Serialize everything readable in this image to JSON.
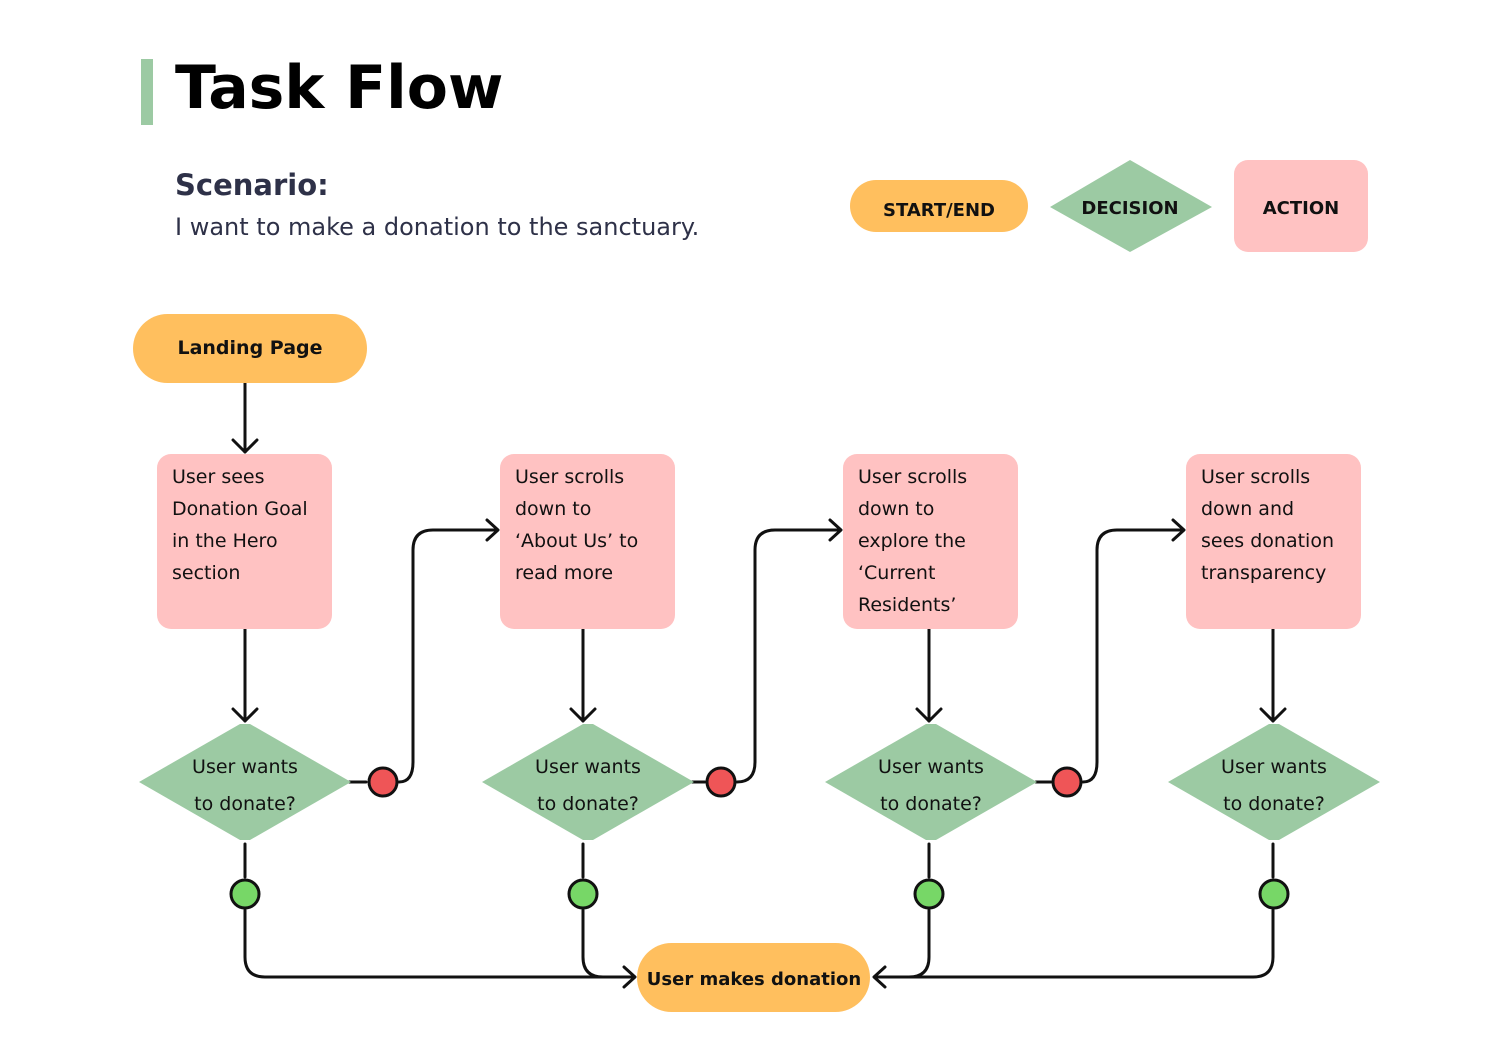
{
  "header": {
    "title": "Task Flow",
    "scenario_label": "Scenario:",
    "scenario_text": "I want to make a donation to the sanctuary."
  },
  "legend": {
    "start_end": "START/END",
    "decision": "DECISION",
    "action": "ACTION"
  },
  "colors": {
    "accent_bar": "#9ccaa3",
    "start_end": "#ffbf5e",
    "decision": "#9ccaa3",
    "action": "#ffc2c2",
    "no_dot": "#ef5557",
    "yes_dot": "#77d767",
    "line": "#111111",
    "title_text": "#000000",
    "scenario_text": "#2e3148"
  },
  "flow": {
    "start": "Landing Page",
    "end": "User makes donation",
    "actions": [
      [
        "User sees",
        "Donation Goal",
        "in the Hero",
        "section"
      ],
      [
        "User scrolls",
        "down to",
        "‘About Us’ to",
        "read more"
      ],
      [
        "User scrolls",
        "down to",
        "explore the",
        "‘Current",
        "Residents’"
      ],
      [
        "User scrolls",
        "down and",
        "sees donation",
        "transparency"
      ]
    ],
    "decisions": [
      [
        "User wants",
        "to donate?"
      ],
      [
        "User wants",
        "to donate?"
      ],
      [
        "User wants",
        "to donate?"
      ],
      [
        "User wants",
        "to donate?"
      ]
    ]
  }
}
